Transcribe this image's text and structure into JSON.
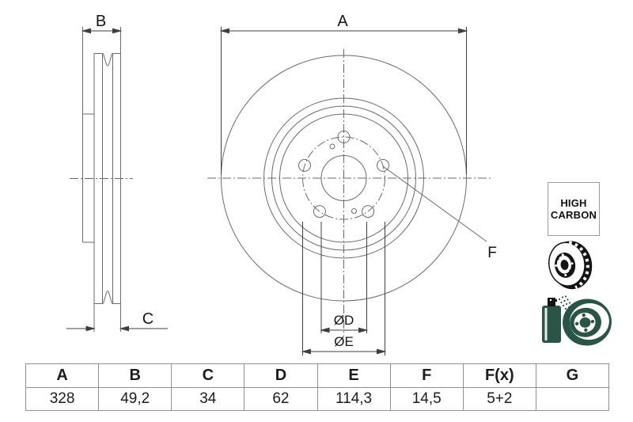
{
  "drawing": {
    "labels": {
      "a": "A",
      "b": "B",
      "c": "C",
      "f": "F",
      "dd": "ØD",
      "de": "ØE"
    }
  },
  "badge": {
    "line1": "HIGH",
    "line2": "CARBON"
  },
  "icons": {
    "vented_disc": "vented-brake-disc-icon",
    "coated_disc": "coated-disc-spray-icon"
  },
  "colors": {
    "drawing_line": "#6a6a6a",
    "dimension_line": "#3f3f3f",
    "icon_black": "#141414",
    "coated_green": "#2a5546",
    "table_border": "#8f8f8f"
  },
  "table": {
    "headers": [
      "A",
      "B",
      "C",
      "D",
      "E",
      "F",
      "F(x)",
      "G"
    ],
    "values": [
      "328",
      "49,2",
      "34",
      "62",
      "114,3",
      "14,5",
      "5+2",
      ""
    ]
  }
}
